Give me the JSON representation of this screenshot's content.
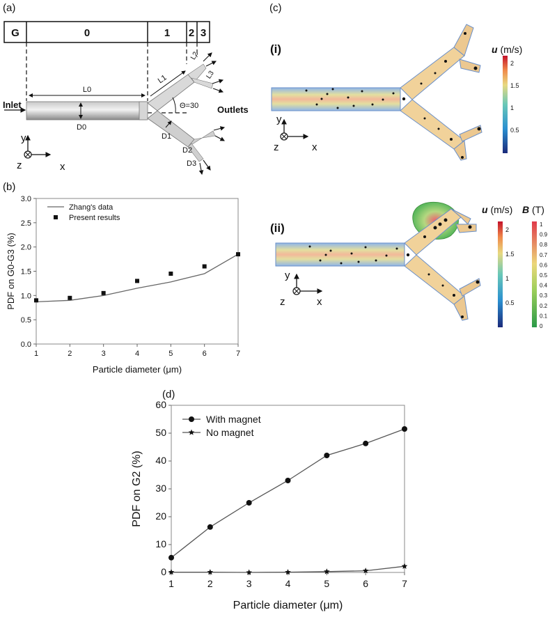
{
  "panels": {
    "a": "(a)",
    "b": "(b)",
    "c": "(c)",
    "d": "(d)",
    "c_i": "(i)",
    "c_ii": "(ii)"
  },
  "schematic": {
    "generations": [
      "G",
      "0",
      "1",
      "2",
      "3"
    ],
    "inlet": "Inlet",
    "outlets": "Outlets",
    "theta": "Θ=30",
    "lengths": [
      "L0",
      "L1",
      "L2",
      "L3"
    ],
    "diameters": [
      "D0",
      "D1",
      "D2",
      "D3"
    ],
    "axes": {
      "y": "y",
      "x": "x",
      "z": "z"
    }
  },
  "colorbars": {
    "u_symbol": "u",
    "u_unit": " (m/s)",
    "u_ticks": [
      "2",
      "1.5",
      "1",
      "0.5"
    ],
    "b_symbol": "B",
    "b_unit": " (T)",
    "b_ticks": [
      "1",
      "0.9",
      "0.8",
      "0.7",
      "0.6",
      "0.5",
      "0.4",
      "0.3",
      "0.2",
      "0.1",
      "0"
    ]
  },
  "chart_data": [
    {
      "panel": "b",
      "type": "line",
      "xlabel": "Particle diameter (μm)",
      "ylabel": "PDF on G0-G3 (%)",
      "xlim": [
        1,
        7
      ],
      "ylim": [
        0,
        3
      ],
      "xticks": [
        "1",
        "2",
        "3",
        "4",
        "5",
        "6",
        "7"
      ],
      "yticks": [
        "0.0",
        "0.5",
        "1.0",
        "1.5",
        "2.0",
        "2.5",
        "3.0"
      ],
      "legend_position": "top-left",
      "series": [
        {
          "name": "Zhang's data",
          "style": "line",
          "x": [
            1,
            2,
            3,
            4,
            5,
            6,
            7
          ],
          "y": [
            0.87,
            0.9,
            1.0,
            1.15,
            1.28,
            1.45,
            1.85
          ]
        },
        {
          "name": "Present results",
          "style": "square-markers",
          "x": [
            1,
            2,
            3,
            4,
            5,
            6,
            7
          ],
          "y": [
            0.9,
            0.95,
            1.05,
            1.3,
            1.45,
            1.6,
            1.85
          ]
        }
      ]
    },
    {
      "panel": "d",
      "type": "line",
      "xlabel": "Particle diameter (μm)",
      "ylabel": "PDF on G2 (%)",
      "xlim": [
        1,
        7
      ],
      "ylim": [
        0,
        60
      ],
      "xticks": [
        "1",
        "2",
        "3",
        "4",
        "5",
        "6",
        "7"
      ],
      "yticks": [
        "0",
        "10",
        "20",
        "30",
        "40",
        "50",
        "60"
      ],
      "legend_position": "top-left",
      "series": [
        {
          "name": "With magnet",
          "marker": "circle",
          "x": [
            1,
            2,
            3,
            4,
            5,
            6,
            7
          ],
          "y": [
            5.3,
            16.3,
            25.0,
            33.0,
            42.0,
            46.3,
            51.5
          ]
        },
        {
          "name": "No magnet",
          "marker": "star",
          "x": [
            1,
            2,
            3,
            4,
            5,
            6,
            7
          ],
          "y": [
            0.1,
            0.1,
            0.0,
            0.1,
            0.3,
            0.6,
            2.2
          ]
        }
      ]
    }
  ]
}
